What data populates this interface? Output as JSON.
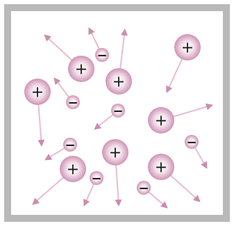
{
  "colors": {
    "frame": "#b9b9b9",
    "chamber": "#ffffff",
    "ion_center": "#ffffff",
    "ion_edge": "#cf93b4",
    "arrow_line": "#e8bcd2",
    "arrow_head": "#c98db0"
  },
  "labels": {
    "positive_symbol": "+",
    "negative_symbol": "−"
  },
  "icons": {
    "positive_ion": "plus-circle",
    "negative_ion": "minus-circle",
    "velocity": "arrow"
  }
}
